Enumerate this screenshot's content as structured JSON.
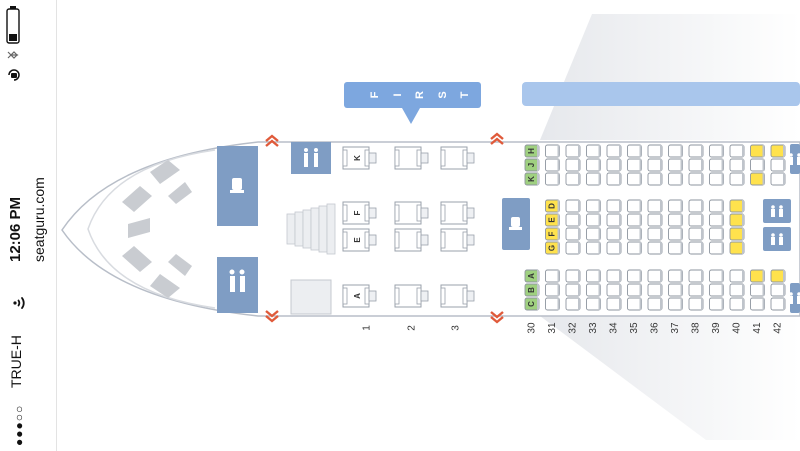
{
  "status_bar": {
    "signal_dots": "●●●○○",
    "carrier": "TRUE-H",
    "time": "12:06 PM",
    "url": "seatguru.com",
    "wifi_icon": "wifi-icon",
    "battery_icon": "battery-icon",
    "bluetooth_icon": "bluetooth-icon",
    "lock_icon": "orientation-lock-icon"
  },
  "cabin_labels": {
    "first": "FIRST"
  },
  "first_class": {
    "rows": [
      "1",
      "2",
      "3"
    ],
    "seat_letters_upper": [
      "K"
    ],
    "seat_letters_middle": [
      "F",
      "E"
    ],
    "seat_letters_lower": [
      "A"
    ]
  },
  "economy": {
    "rows": [
      "30",
      "31",
      "32",
      "33",
      "34",
      "35",
      "36",
      "37",
      "38",
      "39",
      "40",
      "41",
      "42"
    ],
    "top_letters": [
      "H",
      "J",
      "K"
    ],
    "middle_letters": [
      "D",
      "E",
      "F",
      "G"
    ],
    "bottom_letters": [
      "A",
      "B",
      "C"
    ]
  },
  "colors": {
    "blue_facility": "#7f9dc4",
    "cabin_banner": "#7da7df",
    "green_seat": "#9fd080",
    "yellow_seat": "#ffe24d",
    "exit_arrow": "#e05a3a"
  }
}
